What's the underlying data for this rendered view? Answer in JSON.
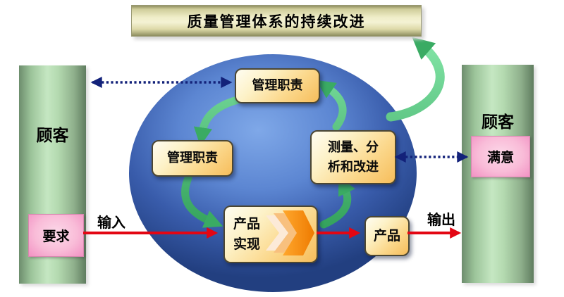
{
  "title": {
    "text": "质量管理体系的持续改进"
  },
  "left_panel": {
    "label": "顾客",
    "box_label": "要求"
  },
  "right_panel": {
    "label": "顾客",
    "box_label": "满意"
  },
  "process": {
    "management_top": "管理职责",
    "management_left": "管理职责",
    "measurement": "测量、分\n析和改进",
    "product_realization": "产品\n实现",
    "product": "产品"
  },
  "flow": {
    "input": "输入",
    "output": "输出"
  },
  "icons": {
    "cycle_arrow": "curved-green-arrow",
    "improvement_arrow": "green-swoosh-up-arrow",
    "feedback_arrow": "navy-dotted-double-arrow",
    "flow_arrow": "red-solid-arrow",
    "chevron": "orange-right-chevron"
  },
  "colors": {
    "banner_bg": "#efedc8",
    "column_green": "#c5e7c2",
    "ellipse_blue_light": "#7fa8e8",
    "ellipse_blue_dark": "#223f80",
    "box_gold": "#fbd88c",
    "pink": "#f9bcd8",
    "red": "#e30613",
    "navy": "#13227a",
    "green": "#3aab63",
    "orange": "#f58300"
  }
}
